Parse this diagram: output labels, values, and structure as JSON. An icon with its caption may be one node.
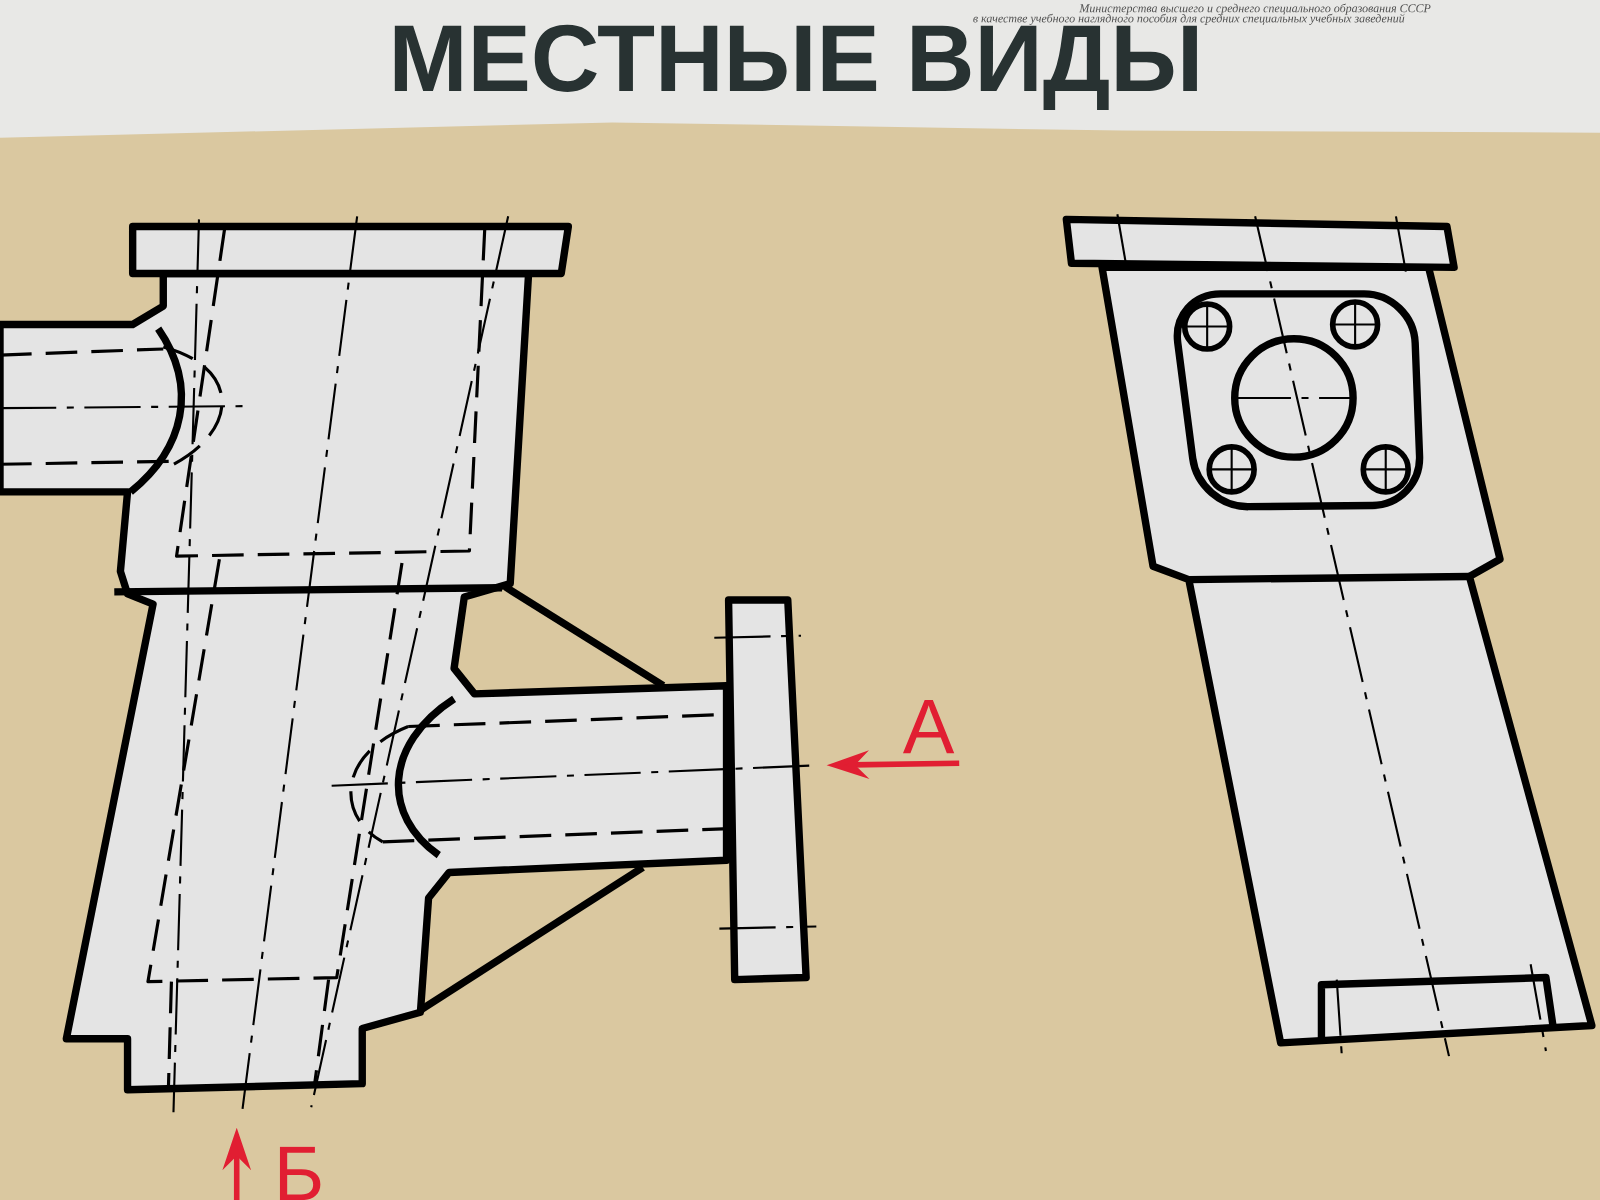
{
  "diagram": {
    "title": "МЕСТНЫЕ ВИДЫ",
    "labels": [
      "Министерства высшего и среднего специального образования СССР",
      "в качестве учебного наглядного пособия для средних специальных учебных заведений",
      "А",
      "Б"
    ]
  }
}
